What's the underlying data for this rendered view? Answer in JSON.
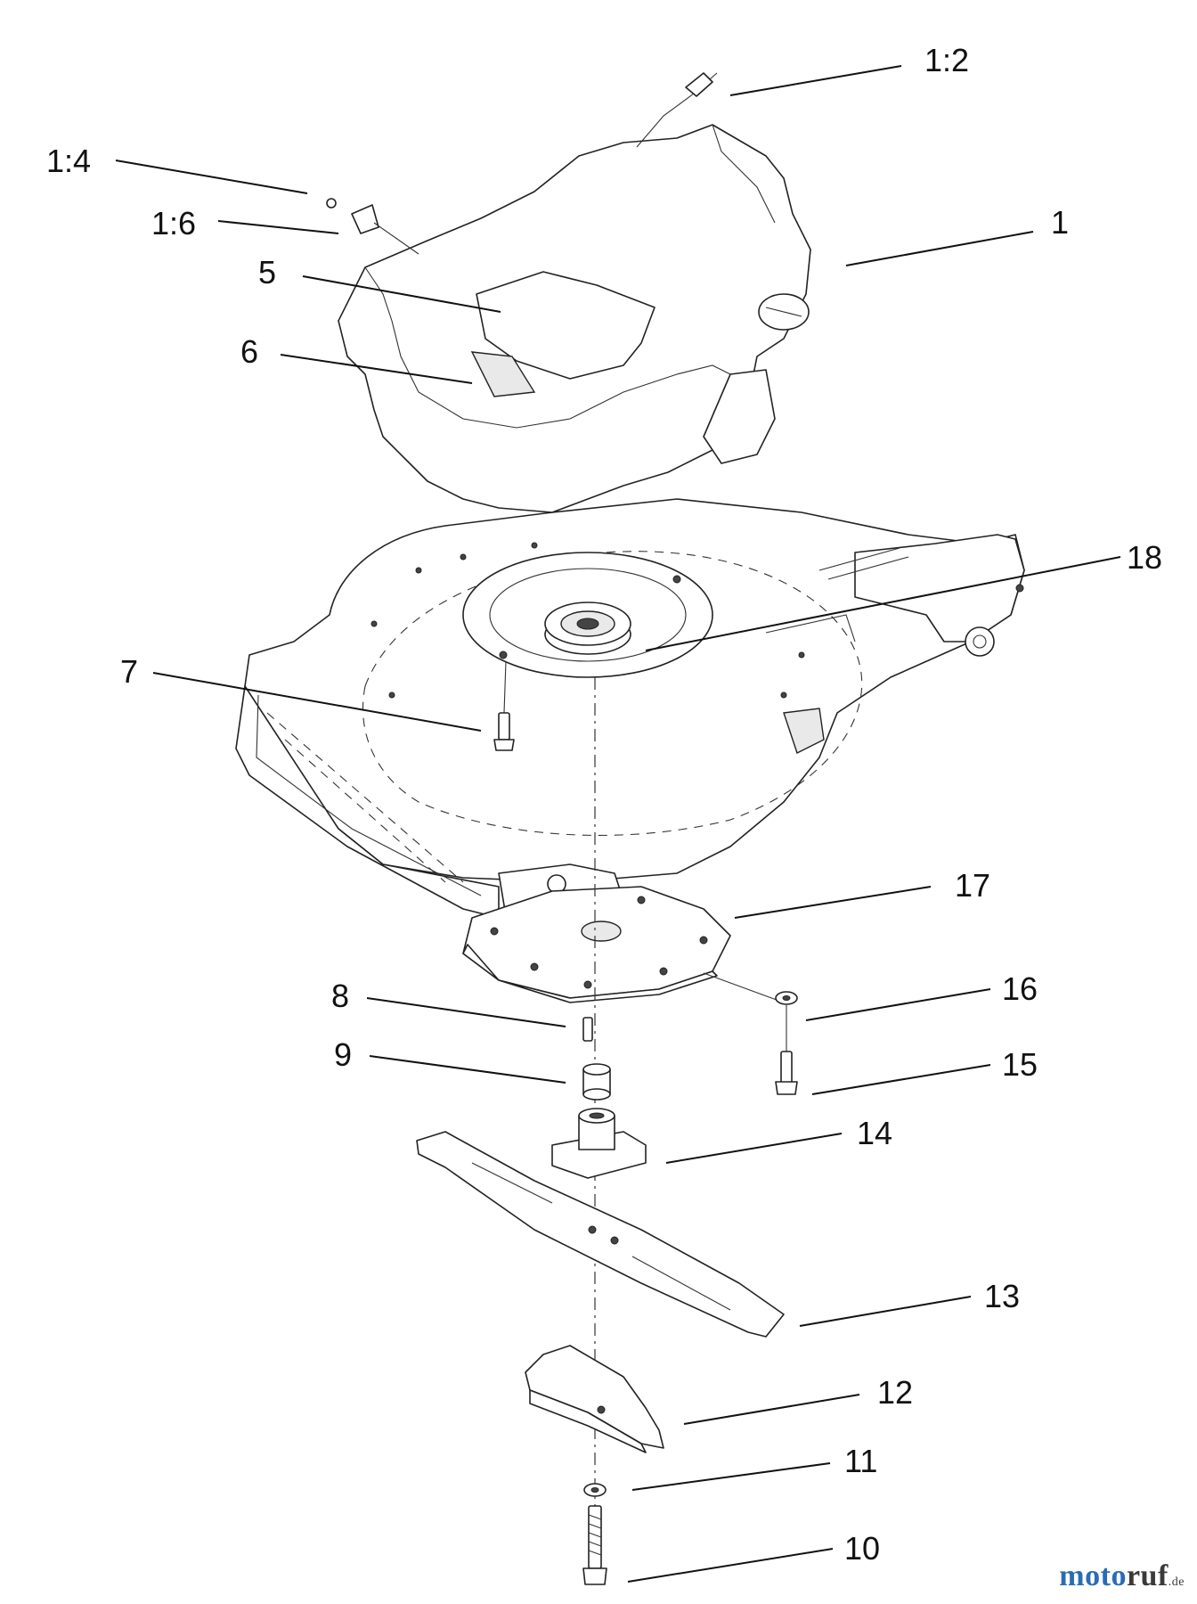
{
  "diagram": {
    "callouts": [
      {
        "id": "c-1-2",
        "label": "1:2"
      },
      {
        "id": "c-1-4",
        "label": "1:4"
      },
      {
        "id": "c-1-6",
        "label": "1:6"
      },
      {
        "id": "c-1",
        "label": "1"
      },
      {
        "id": "c-5",
        "label": "5"
      },
      {
        "id": "c-6",
        "label": "6"
      },
      {
        "id": "c-18",
        "label": "18"
      },
      {
        "id": "c-7",
        "label": "7"
      },
      {
        "id": "c-17",
        "label": "17"
      },
      {
        "id": "c-8",
        "label": "8"
      },
      {
        "id": "c-16",
        "label": "16"
      },
      {
        "id": "c-9",
        "label": "9"
      },
      {
        "id": "c-15",
        "label": "15"
      },
      {
        "id": "c-14",
        "label": "14"
      },
      {
        "id": "c-13",
        "label": "13"
      },
      {
        "id": "c-12",
        "label": "12"
      },
      {
        "id": "c-11",
        "label": "11"
      },
      {
        "id": "c-10",
        "label": "10"
      }
    ]
  },
  "watermark": {
    "part1": "moto",
    "part2": "ruf",
    "tld": ".de",
    "colors": {
      "part1": "#2a6db6",
      "part2": "#3a3a3a"
    }
  }
}
